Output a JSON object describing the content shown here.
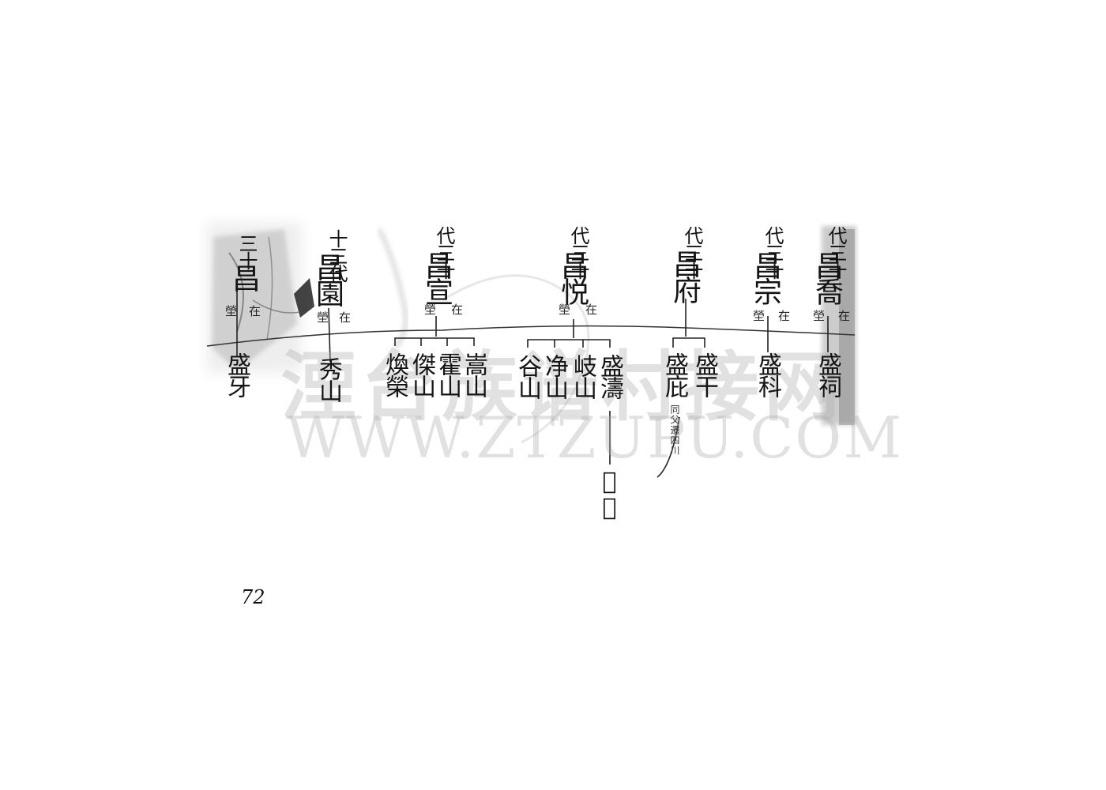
{
  "page_number": "72",
  "watermark": {
    "cn": "湮台族谱村接网",
    "en": "WWW.ZTZUPU.COM"
  },
  "entries": [
    {
      "gen": "三十",
      "name": "昌",
      "note": "在",
      "grave": "塋",
      "sons": [
        "盛牙"
      ]
    },
    {
      "gen": "十三代",
      "name": "昌園",
      "note": "在",
      "grave": "塋",
      "sons": [
        "秀山"
      ]
    },
    {
      "gen": "代三十",
      "name": "昌宣",
      "note": "在",
      "grave": "塋",
      "sons": [
        "嵩山",
        "霍山",
        "傑山",
        "煥榮"
      ]
    },
    {
      "gen": "代三十",
      "name": "昌悦",
      "note": "在",
      "grave": "塋",
      "sons": [
        "盛濤",
        "岐山",
        "净山",
        "谷山"
      ],
      "grandson": "𨤼成"
    },
    {
      "gen": "代三十",
      "name": "昌府",
      "note": "",
      "grave": "",
      "sons": [
        "盛干",
        "盛庇"
      ],
      "son_note": "同父遷四川"
    },
    {
      "gen": "代三十",
      "name": "昌宗",
      "note": "在",
      "grave": "塋",
      "sons": [
        "盛科"
      ]
    },
    {
      "gen": "代三十",
      "name": "昌喬",
      "note": "在",
      "grave": "塋",
      "sons": [
        "盛祠"
      ]
    }
  ]
}
